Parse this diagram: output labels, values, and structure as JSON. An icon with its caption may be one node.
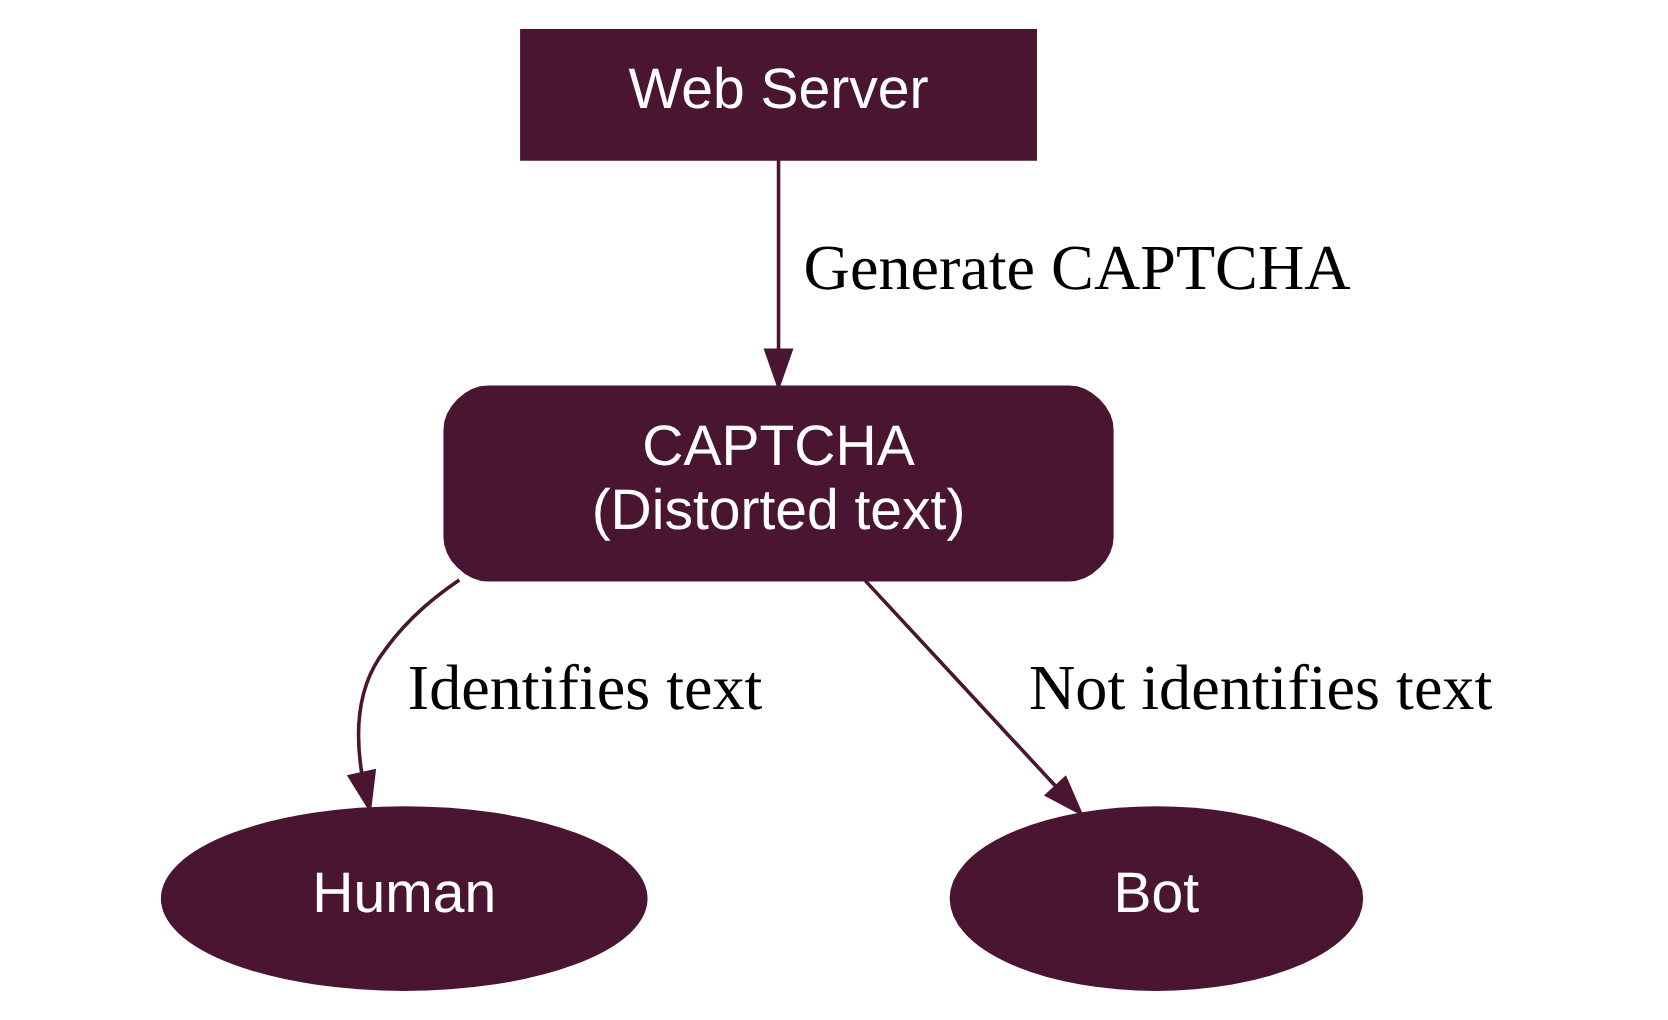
{
  "diagram": {
    "nodes": [
      {
        "text": [
          "Web Server"
        ]
      },
      {
        "text": [
          "CAPTCHA",
          "(Distorted text)"
        ]
      },
      {
        "text": [
          "Human"
        ]
      },
      {
        "text": [
          "Bot"
        ]
      }
    ],
    "edges": [
      {
        "from": 0,
        "to": 1,
        "arrow": "to",
        "label": "Generate CAPTCHA"
      },
      {
        "from": 1,
        "to": 2,
        "arrow": "to",
        "label": "Identifies text"
      },
      {
        "from": 1,
        "to": 3,
        "arrow": "to",
        "label": "Not identifies text"
      }
    ]
  }
}
